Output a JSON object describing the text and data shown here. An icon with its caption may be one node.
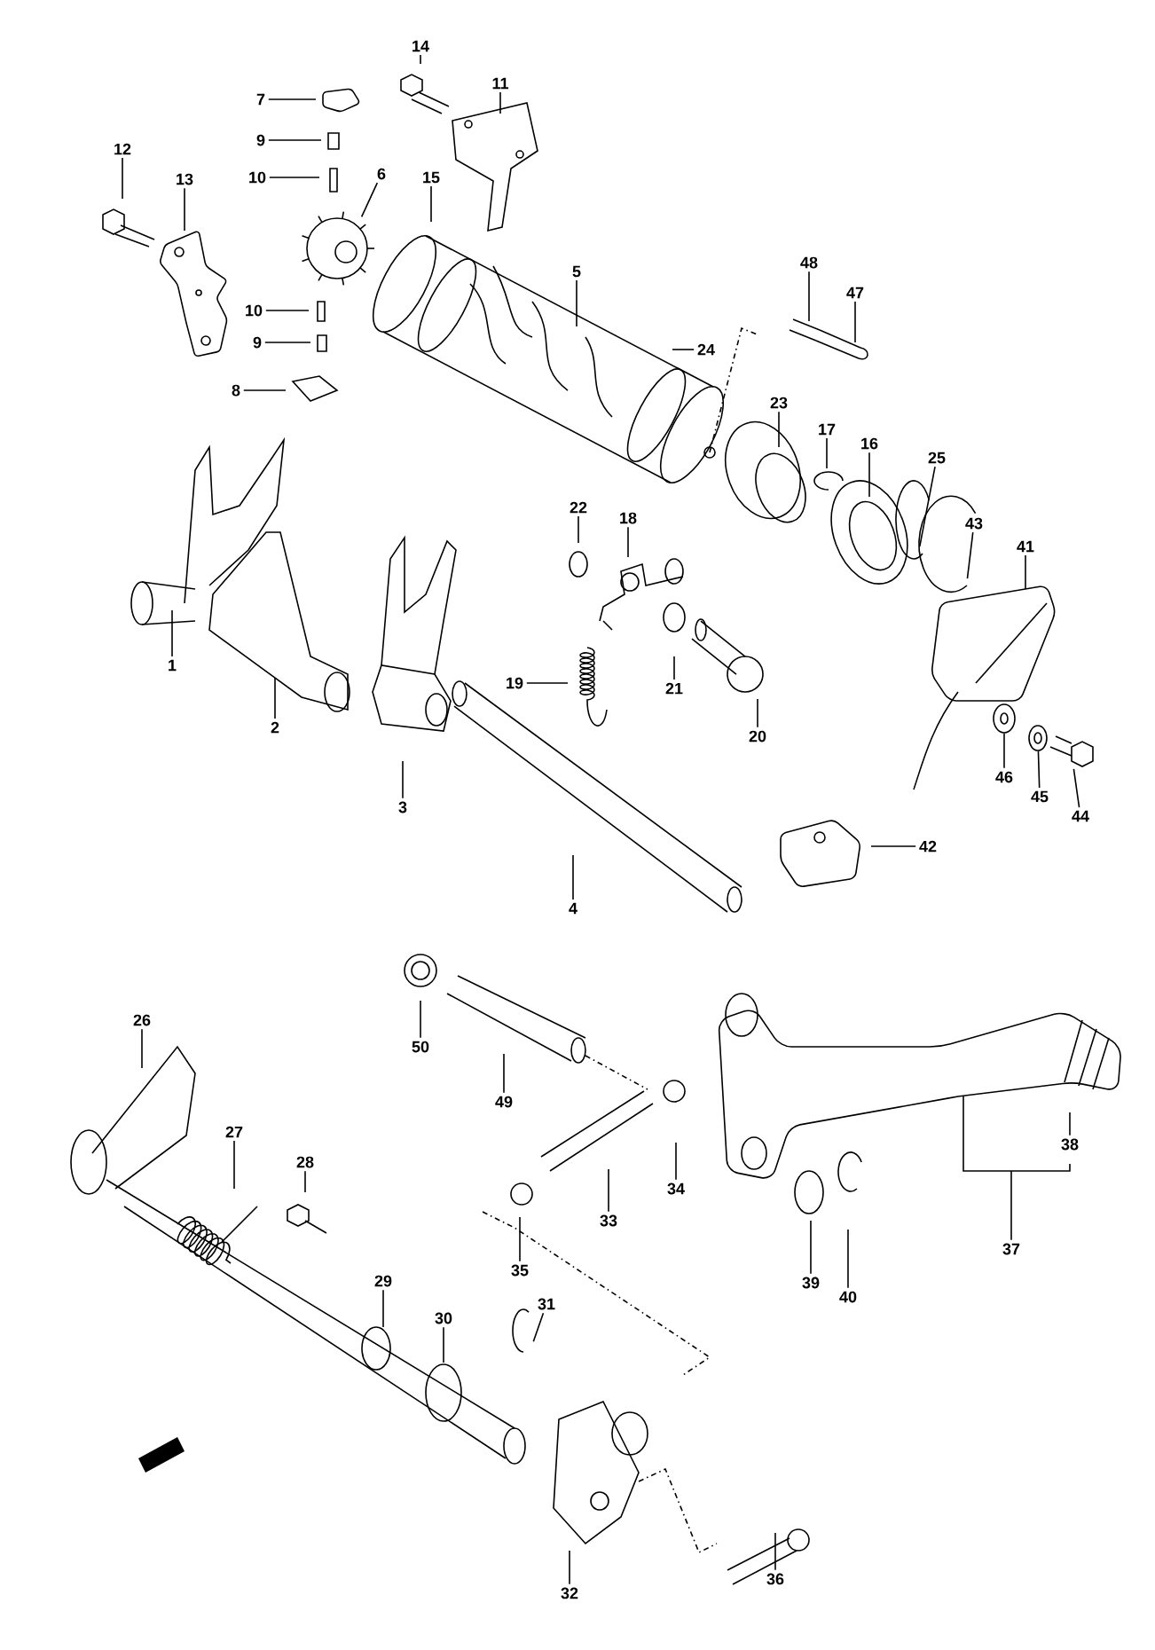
{
  "diagram": {
    "nodes": [
      {
        "text": [
          "1"
        ]
      },
      {
        "text": [
          "2"
        ]
      },
      {
        "text": [
          "3"
        ]
      },
      {
        "text": [
          "4"
        ]
      },
      {
        "text": [
          "5"
        ]
      },
      {
        "text": [
          "6"
        ]
      },
      {
        "text": [
          "7"
        ]
      },
      {
        "text": [
          "8"
        ]
      },
      {
        "text": [
          "9"
        ]
      },
      {
        "text": [
          "9"
        ]
      },
      {
        "text": [
          "10"
        ]
      },
      {
        "text": [
          "10"
        ]
      },
      {
        "text": [
          "11"
        ]
      },
      {
        "text": [
          "12"
        ]
      },
      {
        "text": [
          "13"
        ]
      },
      {
        "text": [
          "14"
        ]
      },
      {
        "text": [
          "15"
        ]
      },
      {
        "text": [
          "16"
        ]
      },
      {
        "text": [
          "17"
        ]
      },
      {
        "text": [
          "18"
        ]
      },
      {
        "text": [
          "19"
        ]
      },
      {
        "text": [
          "20"
        ]
      },
      {
        "text": [
          "21"
        ]
      },
      {
        "text": [
          "22"
        ]
      },
      {
        "text": [
          "23"
        ]
      },
      {
        "text": [
          "24"
        ]
      },
      {
        "text": [
          "25"
        ]
      },
      {
        "text": [
          "26"
        ]
      },
      {
        "text": [
          "27"
        ]
      },
      {
        "text": [
          "28"
        ]
      },
      {
        "text": [
          "29"
        ]
      },
      {
        "text": [
          "30"
        ]
      },
      {
        "text": [
          "31"
        ]
      },
      {
        "text": [
          "32"
        ]
      },
      {
        "text": [
          "33"
        ]
      },
      {
        "text": [
          "34"
        ]
      },
      {
        "text": [
          "35"
        ]
      },
      {
        "text": [
          "36"
        ]
      },
      {
        "text": [
          "37"
        ]
      },
      {
        "text": [
          "38"
        ]
      },
      {
        "text": [
          "39"
        ]
      },
      {
        "text": [
          "40"
        ]
      },
      {
        "text": [
          "41"
        ]
      },
      {
        "text": [
          "42"
        ]
      },
      {
        "text": [
          "43"
        ]
      },
      {
        "text": [
          "44"
        ]
      },
      {
        "text": [
          "45"
        ]
      },
      {
        "text": [
          "46"
        ]
      },
      {
        "text": [
          "47"
        ]
      },
      {
        "text": [
          "48"
        ]
      },
      {
        "text": [
          "49"
        ]
      },
      {
        "text": [
          "50"
        ]
      },
      {
        "text": [],
        "shape": "picture"
      },
      {
        "text": [],
        "shape": "picture"
      },
      {
        "text": [],
        "shape": "picture"
      }
    ],
    "edges": [
      {
        "from": 0,
        "to": null,
        "arrow": "none"
      },
      {
        "from": 1,
        "to": null,
        "arrow": "none"
      },
      {
        "from": 2,
        "to": null,
        "arrow": "none"
      },
      {
        "from": 3,
        "to": null,
        "arrow": "none"
      },
      {
        "from": 4,
        "to": null,
        "arrow": "none"
      },
      {
        "from": 5,
        "to": null,
        "arrow": "none"
      },
      {
        "from": 6,
        "to": null,
        "arrow": "none"
      },
      {
        "from": 7,
        "to": null,
        "arrow": "none"
      },
      {
        "from": 8,
        "to": null,
        "arrow": "none"
      },
      {
        "from": 9,
        "to": null,
        "arrow": "none"
      },
      {
        "from": 10,
        "to": null,
        "arrow": "none"
      },
      {
        "from": 11,
        "to": null,
        "arrow": "none"
      },
      {
        "from": 12,
        "to": null,
        "arrow": "none"
      },
      {
        "from": 13,
        "to": null,
        "arrow": "none"
      },
      {
        "from": 14,
        "to": null,
        "arrow": "none"
      },
      {
        "from": 15,
        "to": null,
        "arrow": "none"
      },
      {
        "from": 16,
        "to": null,
        "arrow": "none"
      },
      {
        "from": 17,
        "to": null,
        "arrow": "none"
      },
      {
        "from": 18,
        "to": null,
        "arrow": "none"
      },
      {
        "from": 19,
        "to": null,
        "arrow": "none"
      },
      {
        "from": 20,
        "to": null,
        "arrow": "none"
      },
      {
        "from": 21,
        "to": null,
        "arrow": "none"
      },
      {
        "from": 22,
        "to": null,
        "arrow": "none"
      },
      {
        "from": 23,
        "to": null,
        "arrow": "none"
      },
      {
        "from": 24,
        "to": null,
        "arrow": "none"
      },
      {
        "from": 25,
        "to": null,
        "arrow": "none"
      },
      {
        "from": 26,
        "to": null,
        "arrow": "none"
      },
      {
        "from": 27,
        "to": null,
        "arrow": "none"
      },
      {
        "from": 28,
        "to": null,
        "arrow": "none"
      },
      {
        "from": 29,
        "to": null,
        "arrow": "none"
      },
      {
        "from": 30,
        "to": null,
        "arrow": "none"
      },
      {
        "from": 31,
        "to": null,
        "arrow": "none"
      },
      {
        "from": 32,
        "to": null,
        "arrow": "none"
      },
      {
        "from": 33,
        "to": null,
        "arrow": "none"
      },
      {
        "from": 34,
        "to": null,
        "arrow": "none"
      },
      {
        "from": 35,
        "to": null,
        "arrow": "none"
      },
      {
        "from": 36,
        "to": null,
        "arrow": "none"
      },
      {
        "from": 37,
        "to": null,
        "arrow": "none"
      },
      {
        "from": 38,
        "to": null,
        "arrow": "none"
      },
      {
        "from": 39,
        "to": null,
        "arrow": "none"
      },
      {
        "from": 40,
        "to": null,
        "arrow": "none"
      },
      {
        "from": 41,
        "to": null,
        "arrow": "none"
      },
      {
        "from": 42,
        "to": null,
        "arrow": "none"
      },
      {
        "from": 43,
        "to": null,
        "arrow": "none"
      },
      {
        "from": 44,
        "to": null,
        "arrow": "none"
      },
      {
        "from": 45,
        "to": 52,
        "arrow": "none"
      },
      {
        "from": 46,
        "to": 53,
        "arrow": "none"
      },
      {
        "from": 47,
        "to": 54,
        "arrow": "none"
      },
      {
        "from": 48,
        "to": null,
        "arrow": "none"
      },
      {
        "from": 49,
        "to": null,
        "arrow": "none"
      },
      {
        "from": 50,
        "to": null,
        "arrow": "none"
      },
      {
        "from": 51,
        "to": null,
        "arrow": "none"
      }
    ]
  }
}
